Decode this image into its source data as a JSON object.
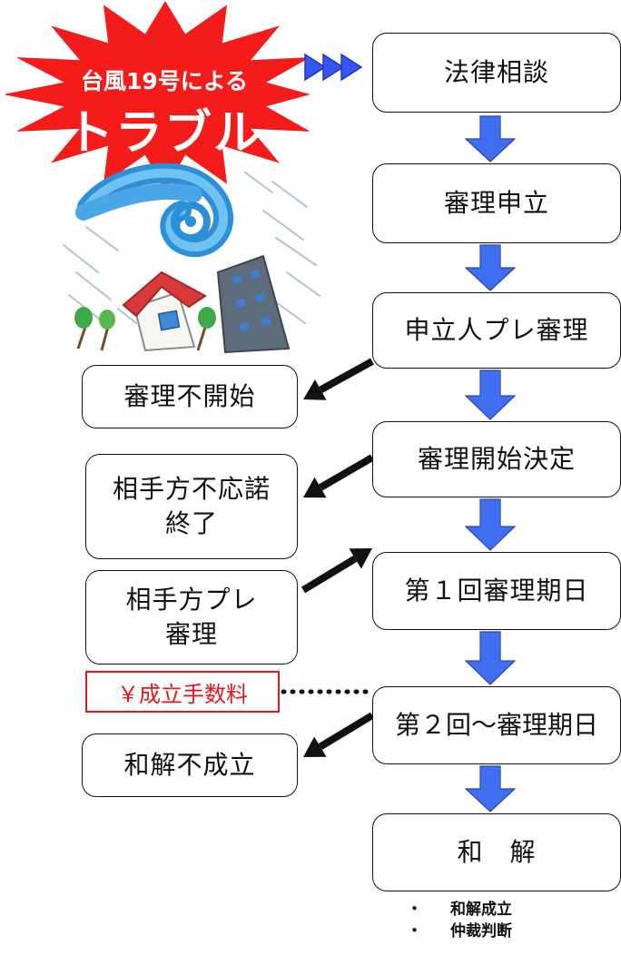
{
  "burst": {
    "line1": "台風19号による",
    "line2": "トラブル",
    "color": "#f41b1b"
  },
  "flow": [
    {
      "id": "consult",
      "label": "法律相談"
    },
    {
      "id": "apply",
      "label": "審理申立"
    },
    {
      "id": "pre_review",
      "label": "申立人プレ審理"
    },
    {
      "id": "start_decision",
      "label": "審理開始決定"
    },
    {
      "id": "hearing_1",
      "label": "第１回審理期日"
    },
    {
      "id": "hearing_2",
      "label": "第２回～審理期日"
    },
    {
      "id": "settlement",
      "label": "和　解"
    }
  ],
  "side": [
    {
      "id": "no_start",
      "label": "審理不開始"
    },
    {
      "id": "no_response",
      "label": "相手方不応諾\n終了"
    },
    {
      "id": "respondent_pre",
      "label": "相手方プレ\n審理"
    },
    {
      "id": "no_settlement",
      "label": "和解不成立"
    }
  ],
  "fee": {
    "label": "￥成立手数料"
  },
  "notes": [
    {
      "bullet": "・",
      "text": "和解成立"
    },
    {
      "bullet": "・",
      "text": "仲裁判断"
    }
  ],
  "colors": {
    "flow_arrow": "#3f6ff0",
    "fee_red": "#e8161b",
    "chevron": "#3755f0"
  },
  "illustration": {
    "name": "typhoon-illustration"
  }
}
